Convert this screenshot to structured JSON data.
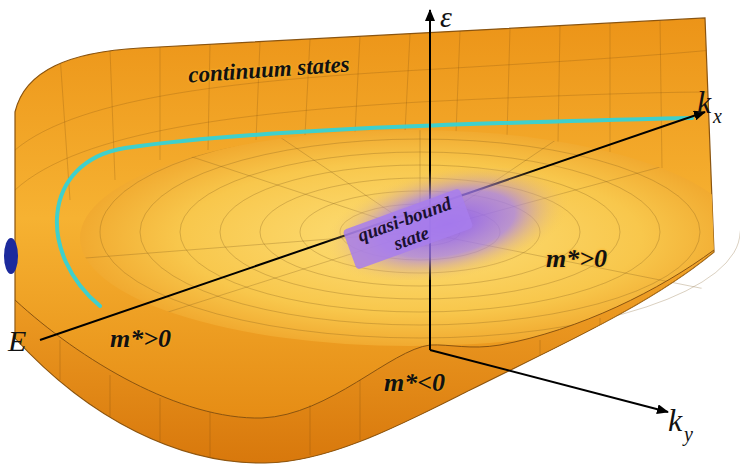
{
  "diagram": {
    "nodes": [
      {
        "text": [
          "quasi-bound state"
        ]
      }
    ],
    "labels": [
      "continuum states",
      "m*>0",
      "m*<0",
      "m*>0",
      "ε",
      "k",
      "x",
      "k",
      "y",
      "E"
    ]
  }
}
